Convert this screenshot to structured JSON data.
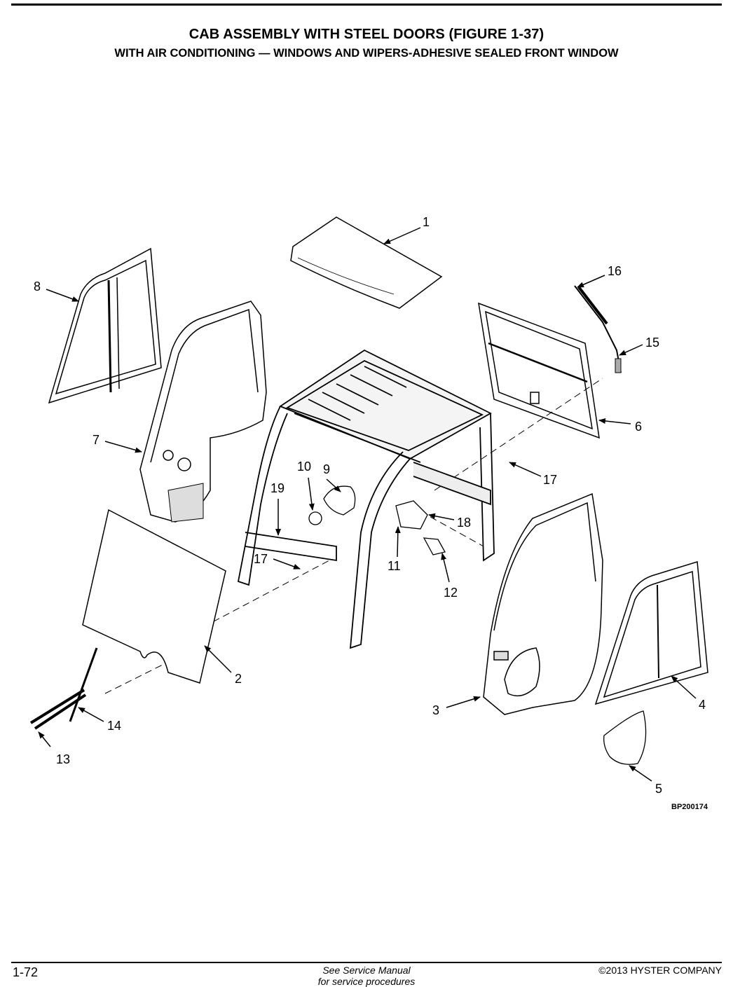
{
  "header": {
    "title": "CAB ASSEMBLY WITH STEEL DOORS (FIGURE 1-37)",
    "subtitle": "WITH AIR CONDITIONING — WINDOWS AND WIPERS-ADHESIVE SEALED FRONT WINDOW"
  },
  "callouts": [
    "1",
    "2",
    "3",
    "4",
    "5",
    "6",
    "7",
    "8",
    "9",
    "10",
    "11",
    "12",
    "13",
    "14",
    "15",
    "16",
    "17",
    "17",
    "18",
    "19"
  ],
  "figure_code": "BP200174",
  "footer": {
    "page_number": "1-72",
    "note_line1": "See Service Manual",
    "note_line2": "for service procedures",
    "copyright": "©2013 HYSTER COMPANY"
  }
}
